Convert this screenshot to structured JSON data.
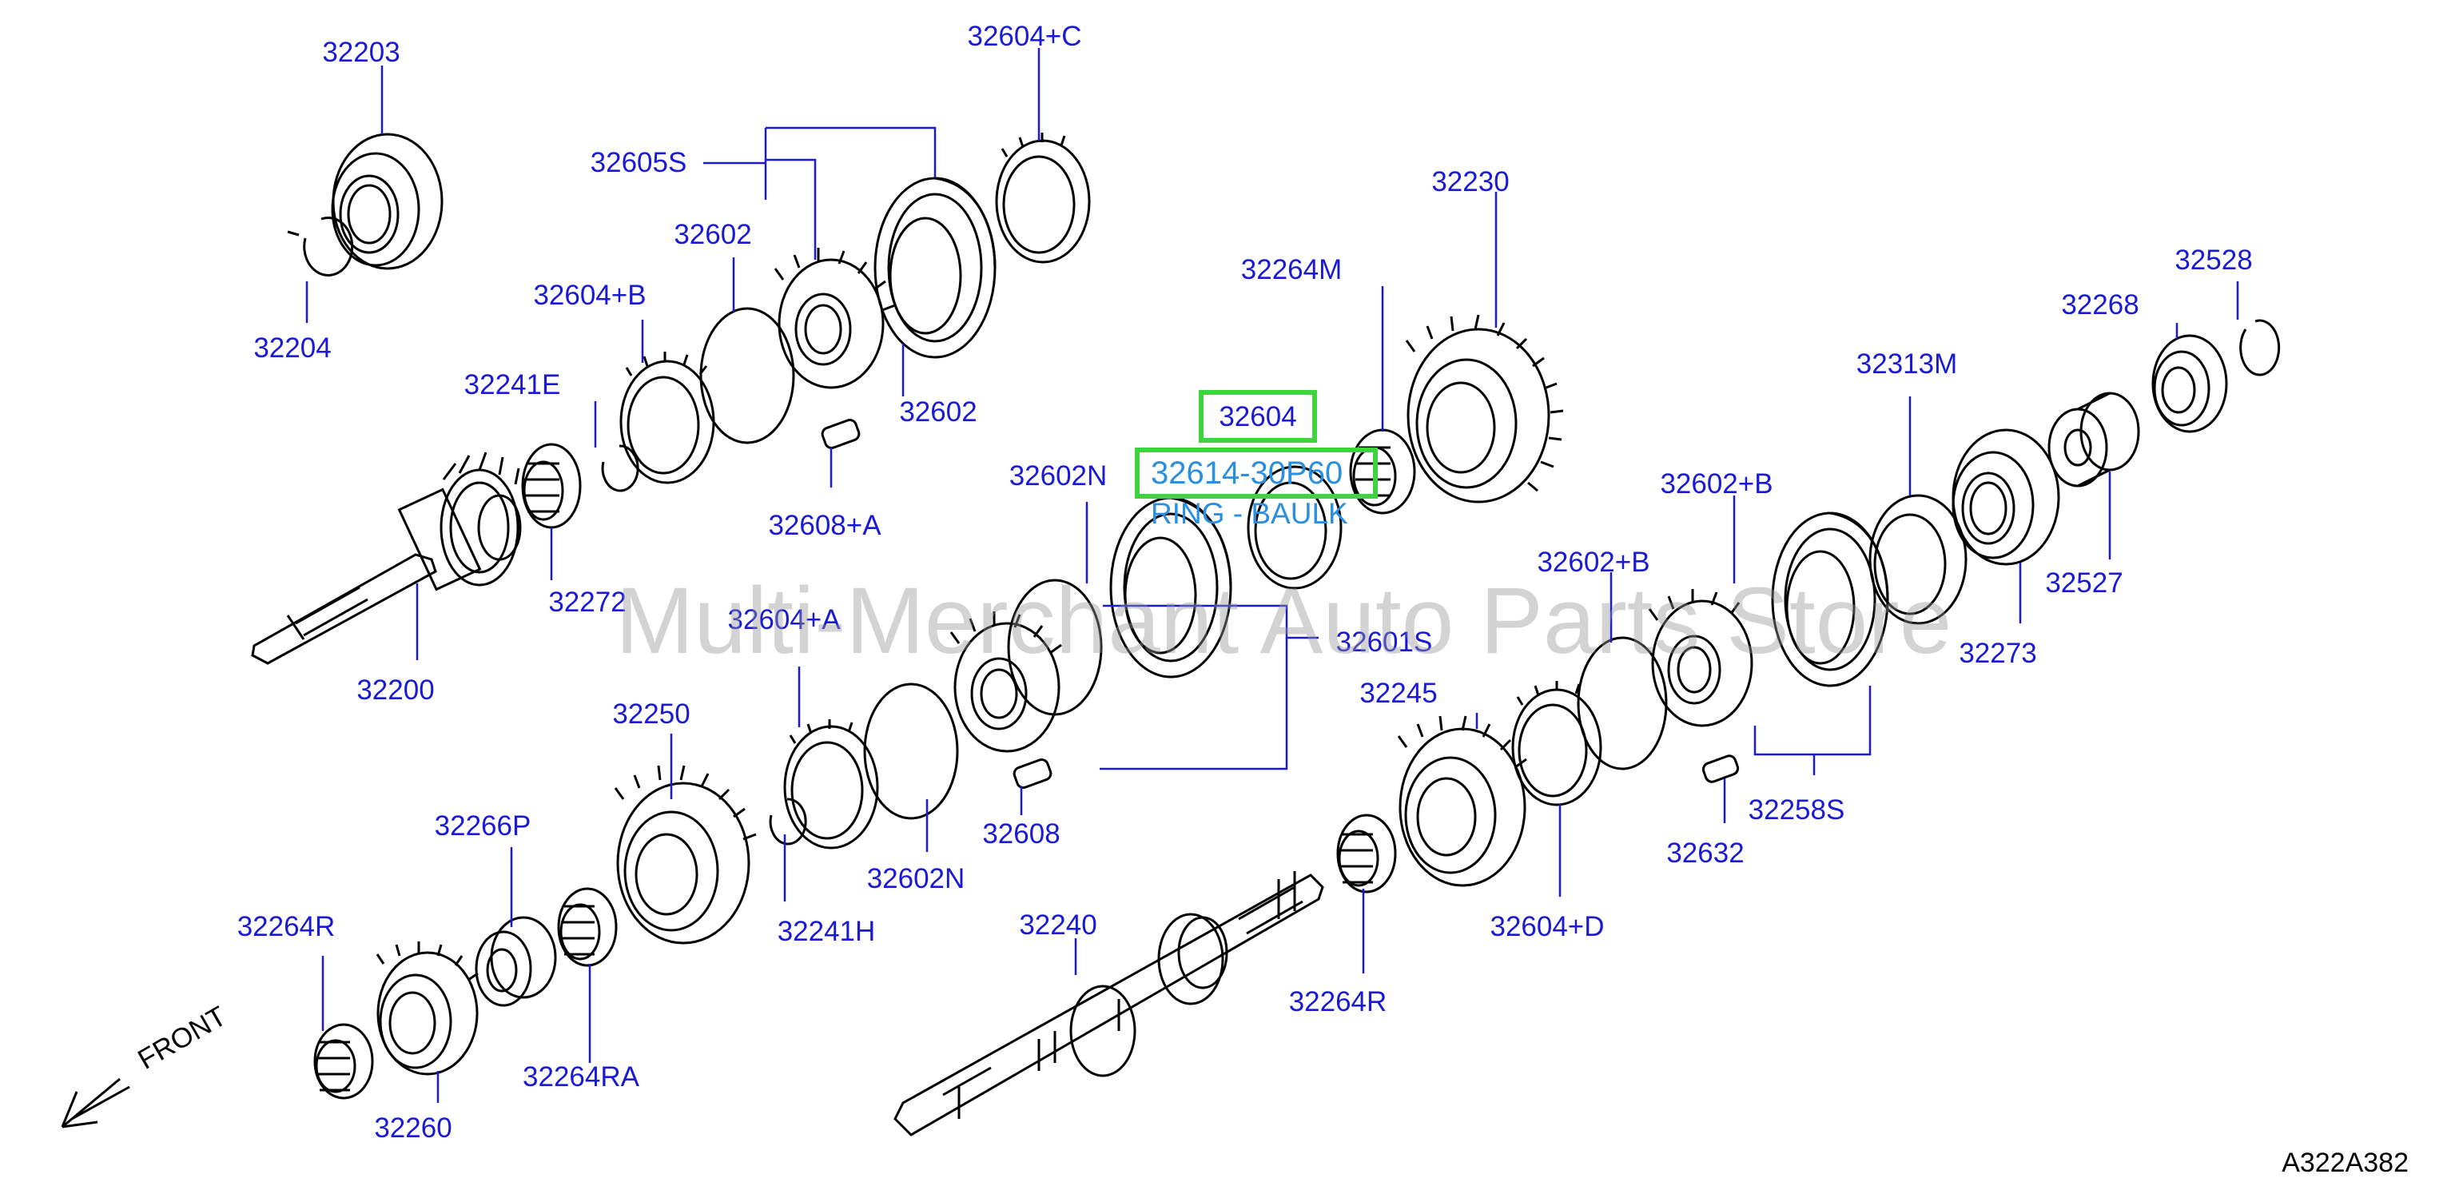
{
  "diagram": {
    "watermark": "Multi-Merchant Auto Parts Store",
    "front_label": "FRONT",
    "diagram_code": "A322A382",
    "highlight": {
      "part_label": "32604",
      "part_number": "32614-30P60",
      "description": "RING - BAULK",
      "accent_color": "#3fd33f",
      "text_color": "#2b8fe0"
    },
    "label_color": "#1a1ad6",
    "labels": [
      {
        "id": "32203",
        "text": "32203"
      },
      {
        "id": "32604C",
        "text": "32604+C"
      },
      {
        "id": "32605S",
        "text": "32605S"
      },
      {
        "id": "32602a",
        "text": "32602"
      },
      {
        "id": "32604B",
        "text": "32604+B"
      },
      {
        "id": "32204",
        "text": "32204"
      },
      {
        "id": "32241E",
        "text": "32241E"
      },
      {
        "id": "32602b",
        "text": "32602"
      },
      {
        "id": "32608A",
        "text": "32608+A"
      },
      {
        "id": "32272",
        "text": "32272"
      },
      {
        "id": "32200",
        "text": "32200"
      },
      {
        "id": "32230",
        "text": "32230"
      },
      {
        "id": "32264M",
        "text": "32264M"
      },
      {
        "id": "32602Na",
        "text": "32602N"
      },
      {
        "id": "32604A",
        "text": "32604+A"
      },
      {
        "id": "32601S",
        "text": "32601S"
      },
      {
        "id": "32250",
        "text": "32250"
      },
      {
        "id": "32245",
        "text": "32245"
      },
      {
        "id": "32608",
        "text": "32608"
      },
      {
        "id": "32602Nb",
        "text": "32602N"
      },
      {
        "id": "32266P",
        "text": "32266P"
      },
      {
        "id": "32241H",
        "text": "32241H"
      },
      {
        "id": "32264R",
        "text": "32264R"
      },
      {
        "id": "32264RA",
        "text": "32264RA"
      },
      {
        "id": "32260",
        "text": "32260"
      },
      {
        "id": "32240",
        "text": "32240"
      },
      {
        "id": "32264Rb",
        "text": "32264R"
      },
      {
        "id": "32604D",
        "text": "32604+D"
      },
      {
        "id": "32632",
        "text": "32632"
      },
      {
        "id": "32258S",
        "text": "32258S"
      },
      {
        "id": "32602Ba",
        "text": "32602+B"
      },
      {
        "id": "32602Bb",
        "text": "32602+B"
      },
      {
        "id": "32313M",
        "text": "32313M"
      },
      {
        "id": "32273",
        "text": "32273"
      },
      {
        "id": "32527",
        "text": "32527"
      },
      {
        "id": "32268",
        "text": "32268"
      },
      {
        "id": "32528",
        "text": "32528"
      }
    ]
  }
}
